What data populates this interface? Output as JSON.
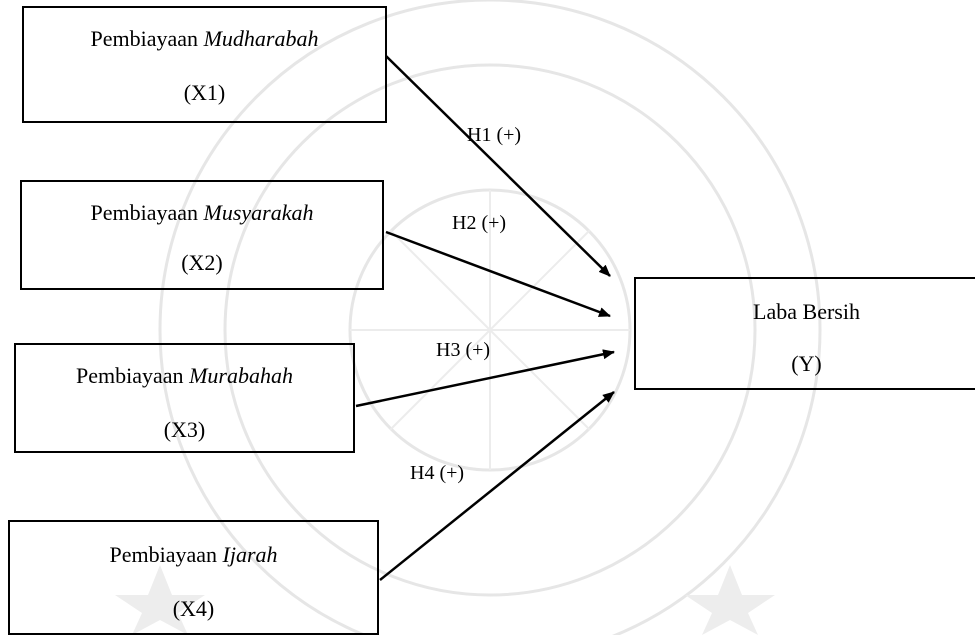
{
  "variables": [
    {
      "id": "x1",
      "prefix": "Pembiayaan ",
      "name": "Mudharabah",
      "code": "(X1)"
    },
    {
      "id": "x2",
      "prefix": "Pembiayaan ",
      "name": "Musyarakah",
      "code": "(X2)"
    },
    {
      "id": "x3",
      "prefix": "Pembiayaan ",
      "name": "Murabahah",
      "code": "(X3)"
    },
    {
      "id": "x4",
      "prefix": "Pembiayaan ",
      "name": "Ijarah",
      "code": "(X4)"
    }
  ],
  "dependent": {
    "label": "Laba Bersih",
    "code": "(Y)"
  },
  "hypotheses": [
    "H1 (+)",
    "H2 (+)",
    "H3 (+)",
    "H4 (+)"
  ],
  "colors": {
    "line": "#000000",
    "watermark": "#d9d9d9"
  }
}
